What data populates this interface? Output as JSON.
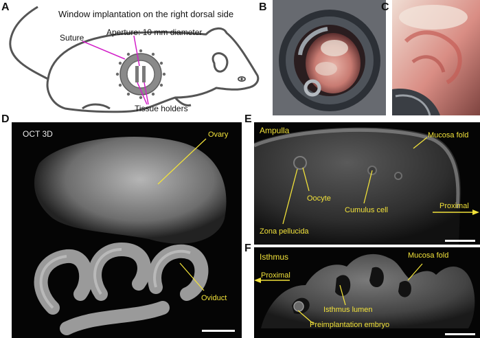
{
  "panels": {
    "A": {
      "letter": "A",
      "title": "Window implantation on the right dorsal side",
      "suture_label": "Suture",
      "aperture_label": "Aperture: 10 mm diameter",
      "holders_label": "Tissue holders"
    },
    "B": {
      "letter": "B"
    },
    "C": {
      "letter": "C"
    },
    "D": {
      "letter": "D",
      "title": "OCT 3D",
      "ovary_label": "Ovary",
      "oviduct_label": "Oviduct"
    },
    "E": {
      "letter": "E",
      "title": "Ampulla",
      "mucosa_label": "Mucosa fold",
      "oocyte_label": "Oocyte",
      "cumulus_label": "Cumulus cell",
      "zona_label": "Zona pellucida",
      "proximal_label": "Proximal"
    },
    "F": {
      "letter": "F",
      "title": "Isthmus",
      "mucosa_label": "Mucosa fold",
      "proximal_label": "Proximal",
      "lumen_label": "Isthmus lumen",
      "embryo_label": "Preimplantation embryo"
    }
  },
  "colors": {
    "annotation_yellow": "#f2e23a",
    "magenta": "#d21dc8",
    "gray_line": "#555555"
  }
}
